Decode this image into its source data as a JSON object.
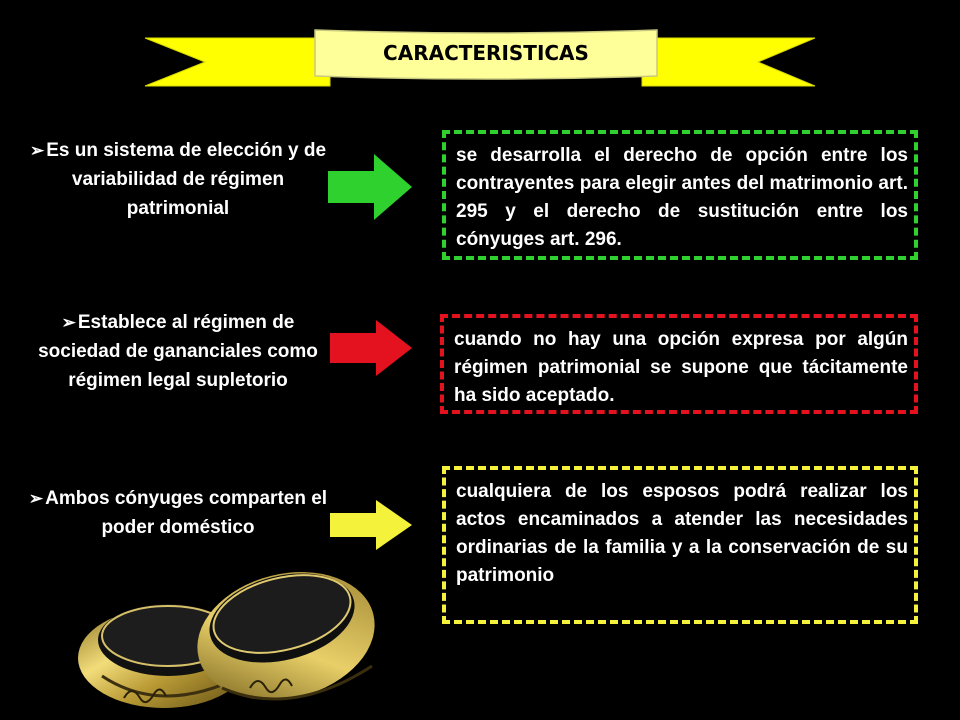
{
  "header": {
    "title": "CARACTERISTICAS",
    "colors": {
      "ribbon": "#ffff00",
      "center": "#ffff99"
    }
  },
  "rows": [
    {
      "bullet": "➢",
      "left": "Es un sistema de elección y de variabilidad de régimen patrimonial",
      "arrow_color": "#2fd12f",
      "border_color": "#2fd12f",
      "right": "se desarrolla el derecho de opción entre los contrayentes para elegir antes del matrimonio art. 295 y el derecho de sustitución entre los cónyuges art. 296."
    },
    {
      "bullet": "➢",
      "left": "Establece al régimen de sociedad de gananciales como régimen legal supletorio",
      "arrow_color": "#e4121f",
      "border_color": "#e4121f",
      "right": "cuando no hay una opción expresa por algún régimen patrimonial se supone que tácitamente ha sido aceptado."
    },
    {
      "bullet": "➢",
      "left": "Ambos cónyuges comparten el poder doméstico",
      "arrow_color": "#f4f23a",
      "border_color": "#f4f23a",
      "right": "cualquiera de los esposos podrá realizar los actos encaminados a atender las necesidades ordinarias de la familia y a la conservación de su patrimonio"
    }
  ],
  "image": {
    "icon": "wedding-rings-image",
    "colors": {
      "gold": "#c9b04a",
      "dark": "#1a1a1a"
    }
  }
}
